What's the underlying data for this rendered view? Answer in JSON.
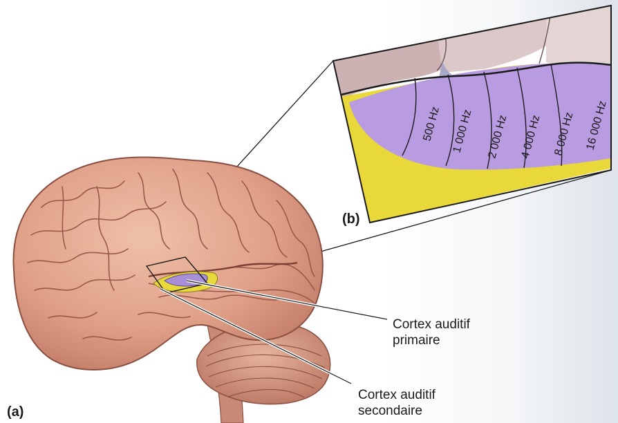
{
  "panels": {
    "a_label": "(a)",
    "b_label": "(b)"
  },
  "callouts": {
    "primary_line1": "Cortex auditif",
    "primary_line2": "primaire",
    "secondary_line1": "Cortex auditif",
    "secondary_line2": "secondaire"
  },
  "frequency_bands": [
    "500 Hz",
    "1 000 Hz",
    "2 000 Hz",
    "4 000 Hz",
    "8 000 Hz",
    "16 000 Hz"
  ],
  "colors": {
    "brain": "#e2a58c",
    "brain_dark": "#b9705c",
    "primary_cortex": "#b49ddd",
    "secondary_cortex": "#e8da3a",
    "background_page": "#d8e0e8"
  }
}
